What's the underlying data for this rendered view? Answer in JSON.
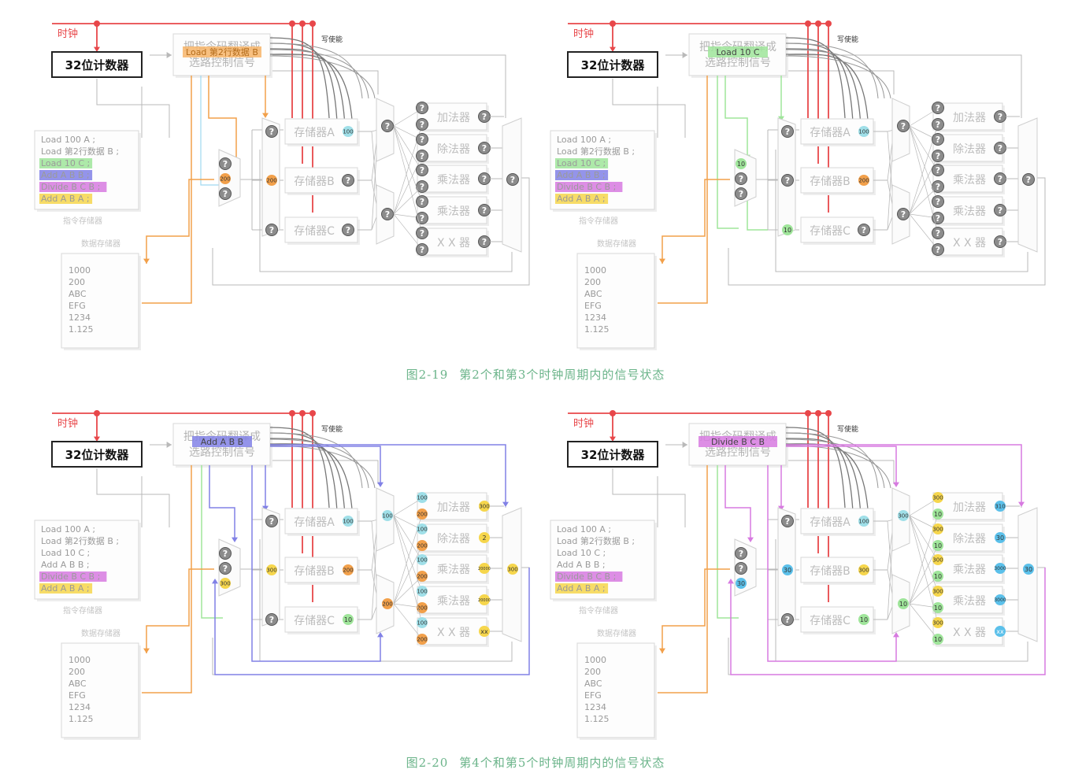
{
  "common": {
    "clock_label": "时钟",
    "counter_label": "32位计数器",
    "decoder_label_line1": "把指令码翻译成",
    "decoder_label_line2": "选路控制信号",
    "write_enable_label": "写使能",
    "reg_a_label": "存储器A",
    "reg_b_label": "存储器B",
    "reg_c_label": "存储器C",
    "alu_labels": [
      "加法器",
      "除法器",
      "乘法器",
      "乘法器",
      "X X 器"
    ],
    "instr_mem_label": "指令存储器",
    "data_mem_label": "数据存储器",
    "instructions": [
      "Load 100 A ;",
      "Load 第2行数据 B ;",
      "Load 10 C ;",
      "Add A B B ;",
      "Divide B C B ;",
      "Add A B A ;"
    ],
    "data_values": [
      "1000",
      "200",
      "ABC",
      "EFG",
      "1234",
      "1.125"
    ],
    "unknown": "?"
  },
  "colors": {
    "clock": "#e8474a",
    "orange": "#f2a04a",
    "green": "#9fe59a",
    "blue_purple": "#8181e6",
    "magenta": "#d77ae0",
    "cyan": "#9fdfe8",
    "yellow": "#f6d64c",
    "gray_wire": "#b9b9b9"
  },
  "captions": [
    {
      "number": "图2-19",
      "text": "第2个和第3个时钟周期内的信号状态"
    },
    {
      "number": "图2-20",
      "text": "第4个和第5个时钟周期内的信号状态"
    }
  ],
  "panels": [
    {
      "id": "panel-1",
      "decoder_overlay": "Load 第2行数据 B",
      "instr_highlights": [
        null,
        null,
        null,
        null,
        null,
        null
      ],
      "reg_a_value": "100",
      "reg_b_value": "?",
      "reg_c_value": "?",
      "reg_b_in": "200",
      "mux_in": [
        "?",
        "200",
        "?"
      ],
      "mid_left": "?",
      "alu_in_a": [
        "?",
        "?",
        "?",
        "?",
        "?"
      ],
      "alu_in_b": [
        "?",
        "?",
        "?",
        "?",
        "?"
      ],
      "alu_out": [
        "?",
        "?",
        "?",
        "?",
        "?"
      ],
      "out_mux": "?"
    },
    {
      "id": "panel-2",
      "decoder_overlay": "Load 10 C",
      "instr_highlights": [
        null,
        null,
        "green",
        null,
        null,
        null
      ],
      "reg_a_value": "100",
      "reg_b_value": "200",
      "reg_c_value": "?",
      "reg_c_in": "10",
      "mux_in": [
        "10",
        "?",
        "?"
      ],
      "mid_left": "?",
      "alu_in_a": [
        "?",
        "?",
        "?",
        "?",
        "?"
      ],
      "alu_in_b": [
        "?",
        "?",
        "?",
        "?",
        "?"
      ],
      "alu_out": [
        "?",
        "?",
        "?",
        "?",
        "?"
      ],
      "out_mux": "?"
    },
    {
      "id": "panel-3",
      "decoder_overlay": "Add A B B",
      "instr_highlights": [
        null,
        null,
        null,
        null,
        null,
        null
      ],
      "reg_a_value": "100",
      "reg_b_value": "200",
      "reg_c_value": "10",
      "reg_b_in": "300",
      "mux_in": [
        "?",
        "?",
        "300"
      ],
      "mid_left": "100",
      "alu_in_a": [
        "100",
        "100",
        "100",
        "100",
        "100"
      ],
      "alu_in_b": [
        "200",
        "200",
        "200",
        "200",
        "200"
      ],
      "alu_out": [
        "300",
        "2",
        "20000",
        "20000",
        "xx"
      ],
      "out_mux": "300"
    },
    {
      "id": "panel-4",
      "decoder_overlay": "Divide B C B",
      "instr_highlights": [
        null,
        null,
        null,
        null,
        "magenta",
        null
      ],
      "reg_a_value": "100",
      "reg_b_value": "300",
      "reg_c_value": "10",
      "reg_b_in": "30",
      "mux_in": [
        "?",
        "?",
        "30"
      ],
      "mid_left": "300",
      "alu_in_a": [
        "300",
        "300",
        "300",
        "300",
        "300"
      ],
      "alu_in_b": [
        "10",
        "10",
        "10",
        "10",
        "10"
      ],
      "alu_out": [
        "310",
        "30",
        "3000",
        "3000",
        "xx"
      ],
      "out_mux": "30"
    }
  ]
}
